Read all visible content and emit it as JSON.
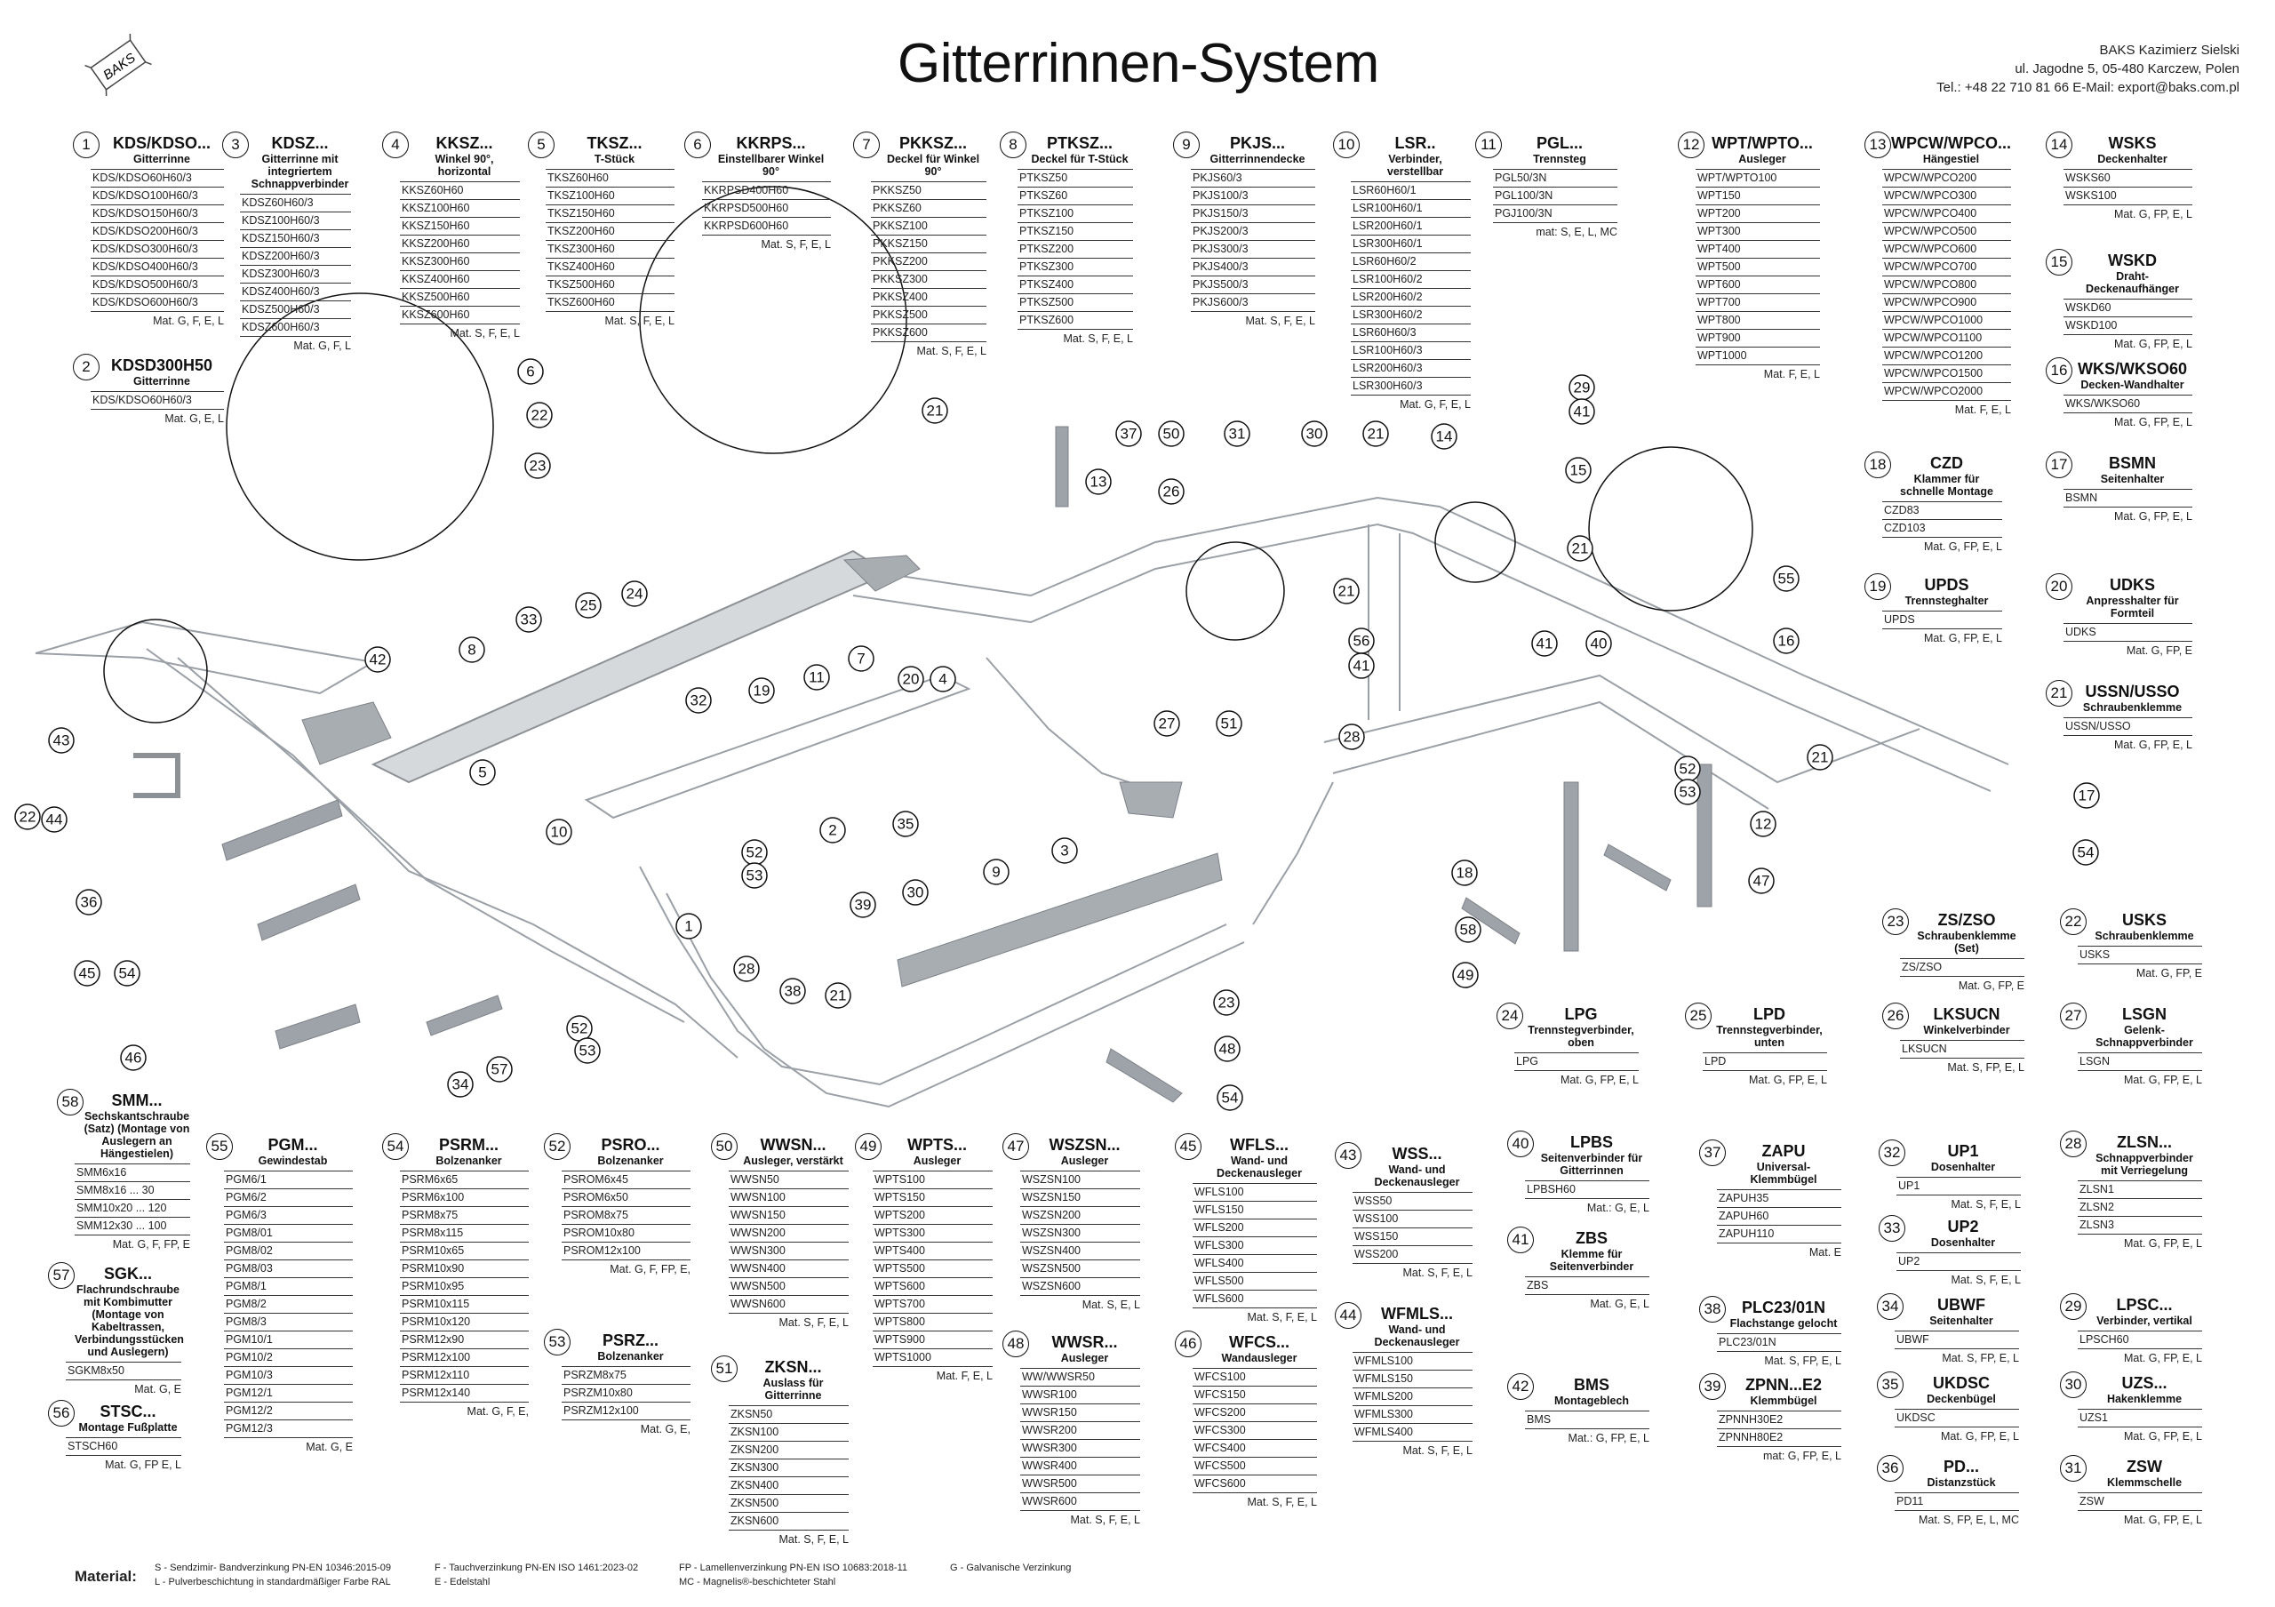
{
  "header": {
    "title": "Gitterrinnen-System",
    "logo_text": "BAKS",
    "company": [
      "BAKS Kazimierz Sielski",
      "ul. Jagodne 5, 05-480 Karczew, Polen",
      "Tel.: +48 22 710 81 66 E-Mail: export@baks.com.pl"
    ]
  },
  "products": [
    {
      "n": "1",
      "code": "KDS/KDSO...",
      "desc": "Gitterrinne",
      "items": [
        "KDS/KDSO60H60/3",
        "KDS/KDSO100H60/3",
        "KDS/KDSO150H60/3",
        "KDS/KDSO200H60/3",
        "KDS/KDSO300H60/3",
        "KDS/KDSO400H60/3",
        "KDS/KDSO500H60/3",
        "KDS/KDSO600H60/3"
      ],
      "mat": "Mat. G, F, E, L"
    },
    {
      "n": "3",
      "code": "KDSZ...",
      "desc": "Gitterrinne mit integriertem Schnappverbinder",
      "items": [
        "KDSZ60H60/3",
        "KDSZ100H60/3",
        "KDSZ150H60/3",
        "KDSZ200H60/3",
        "KDSZ300H60/3",
        "KDSZ400H60/3",
        "KDSZ500H60/3",
        "KDSZ600H60/3"
      ],
      "mat": "Mat. G, F, L"
    },
    {
      "n": "4",
      "code": "KKSZ...",
      "desc": "Winkel 90°, horizontal",
      "items": [
        "KKSZ60H60",
        "KKSZ100H60",
        "KKSZ150H60",
        "KKSZ200H60",
        "KKSZ300H60",
        "KKSZ400H60",
        "KKSZ500H60",
        "KKSZ600H60"
      ],
      "mat": "Mat. S, F, E, L"
    },
    {
      "n": "5",
      "code": "TKSZ...",
      "desc": "T-Stück",
      "items": [
        "TKSZ60H60",
        "TKSZ100H60",
        "TKSZ150H60",
        "TKSZ200H60",
        "TKSZ300H60",
        "TKSZ400H60",
        "TKSZ500H60",
        "TKSZ600H60"
      ],
      "mat": "Mat. S, F, E, L"
    },
    {
      "n": "6",
      "code": "KKRPS...",
      "desc": "Einstellbarer Winkel 90°",
      "items": [
        "KKRPSD400H60",
        "KKRPSD500H60",
        "KKRPSD600H60"
      ],
      "mat": "Mat. S, F, E, L"
    },
    {
      "n": "7",
      "code": "PKKSZ...",
      "desc": "Deckel für Winkel 90°",
      "items": [
        "PKKSZ50",
        "PKKSZ60",
        "PKKSZ100",
        "PKKSZ150",
        "PKKSZ200",
        "PKKSZ300",
        "PKKSZ400",
        "PKKSZ500",
        "PKKSZ600"
      ],
      "mat": "Mat. S, F, E, L"
    },
    {
      "n": "8",
      "code": "PTKSZ...",
      "desc": "Deckel für T-Stück",
      "items": [
        "PTKSZ50",
        "PTKSZ60",
        "PTKSZ100",
        "PTKSZ150",
        "PTKSZ200",
        "PTKSZ300",
        "PTKSZ400",
        "PTKSZ500",
        "PTKSZ600"
      ],
      "mat": "Mat. S, F, E, L"
    },
    {
      "n": "9",
      "code": "PKJS...",
      "desc": "Gitterrinnendecke",
      "items": [
        "PKJS60/3",
        "PKJS100/3",
        "PKJS150/3",
        "PKJS200/3",
        "PKJS300/3",
        "PKJS400/3",
        "PKJS500/3",
        "PKJS600/3"
      ],
      "mat": "Mat. S, F, E, L"
    },
    {
      "n": "10",
      "code": "LSR..",
      "desc": "Verbinder, verstellbar",
      "items": [
        "LSR60H60/1",
        "LSR100H60/1",
        "LSR200H60/1",
        "LSR300H60/1",
        "LSR60H60/2",
        "LSR100H60/2",
        "LSR200H60/2",
        "LSR300H60/2",
        "LSR60H60/3",
        "LSR100H60/3",
        "LSR200H60/3",
        "LSR300H60/3"
      ],
      "mat": "Mat. G, F, E, L"
    },
    {
      "n": "11",
      "code": "PGL...",
      "desc": "Trennsteg",
      "items": [
        "PGL50/3N",
        "PGL100/3N",
        "PGJ100/3N"
      ],
      "mat": "mat: S, E, L, MC"
    },
    {
      "n": "12",
      "code": "WPT/WPTO...",
      "desc": "Ausleger",
      "items": [
        "WPT/WPTO100",
        "WPT150",
        "WPT200",
        "WPT300",
        "WPT400",
        "WPT500",
        "WPT600",
        "WPT700",
        "WPT800",
        "WPT900",
        "WPT1000"
      ],
      "mat": "Mat. F, E, L"
    },
    {
      "n": "13",
      "code": "WPCW/WPCO...",
      "desc": "Hängestiel",
      "items": [
        "WPCW/WPCO200",
        "WPCW/WPCO300",
        "WPCW/WPCO400",
        "WPCW/WPCO500",
        "WPCW/WPCO600",
        "WPCW/WPCO700",
        "WPCW/WPCO800",
        "WPCW/WPCO900",
        "WPCW/WPCO1000",
        "WPCW/WPCO1100",
        "WPCW/WPCO1200",
        "WPCW/WPCO1500",
        "WPCW/WPCO2000"
      ],
      "mat": "Mat. F, E, L"
    },
    {
      "n": "14",
      "code": "WSKS",
      "desc": "Deckenhalter",
      "items": [
        "WSKS60",
        "WSKS100"
      ],
      "mat": "Mat. G, FP, E, L"
    },
    {
      "n": "15",
      "code": "WSKD",
      "desc": "Draht-Deckenaufhänger",
      "items": [
        "WSKD60",
        "WSKD100"
      ],
      "mat": "Mat. G, FP, E, L"
    },
    {
      "n": "16",
      "code": "WKS/WKSO60",
      "desc": "Decken-Wandhalter",
      "items": [
        "WKS/WKSO60"
      ],
      "mat": "Mat. G, FP, E, L"
    },
    {
      "n": "2",
      "code": "KDSD300H50",
      "desc": "Gitterrinne",
      "items": [
        "KDS/KDSO60H60/3"
      ],
      "mat": "Mat. G, E, L"
    },
    {
      "n": "18",
      "code": "CZD",
      "desc": "Klammer für schnelle Montage",
      "items": [
        "CZD83",
        "CZD103"
      ],
      "mat": "Mat. G, FP, E, L"
    },
    {
      "n": "17",
      "code": "BSMN",
      "desc": "Seitenhalter",
      "items": [
        "BSMN"
      ],
      "mat": "Mat. G, FP, E, L"
    },
    {
      "n": "19",
      "code": "UPDS",
      "desc": "Trennsteghalter",
      "items": [
        "UPDS"
      ],
      "mat": "Mat. G, FP, E, L"
    },
    {
      "n": "20",
      "code": "UDKS",
      "desc": "Anpresshalter für Formteil",
      "items": [
        "UDKS"
      ],
      "mat": "Mat. G, FP, E"
    },
    {
      "n": "21",
      "code": "USSN/USSO",
      "desc": "Schraubenklemme",
      "items": [
        "USSN/USSO"
      ],
      "mat": "Mat. G, FP, E, L"
    },
    {
      "n": "23",
      "code": "ZS/ZSO",
      "desc": "Schraubenklemme (Set)",
      "items": [
        "ZS/ZSO"
      ],
      "mat": "Mat. G, FP, E"
    },
    {
      "n": "22",
      "code": "USKS",
      "desc": "Schraubenklemme",
      "items": [
        "USKS"
      ],
      "mat": "Mat. G, FP, E"
    },
    {
      "n": "24",
      "code": "LPG",
      "desc": "Trennstegverbinder, oben",
      "items": [
        "LPG"
      ],
      "mat": "Mat. G, FP, E, L"
    },
    {
      "n": "25",
      "code": "LPD",
      "desc": "Trennstegverbinder, unten",
      "items": [
        "LPD"
      ],
      "mat": "Mat. G, FP, E, L"
    },
    {
      "n": "26",
      "code": "LKSUCN",
      "desc": "Winkelverbinder",
      "items": [
        "LKSUCN"
      ],
      "mat": "Mat. S, FP, E, L"
    },
    {
      "n": "27",
      "code": "LSGN",
      "desc": "Gelenk-Schnappverbinder",
      "items": [
        "LSGN"
      ],
      "mat": "Mat. G, FP, E, L"
    },
    {
      "n": "58",
      "code": "SMM...",
      "desc": "Sechskantschraube (Satz) (Montage von Auslegern an Hängestielen)",
      "items": [
        "SMM6x16",
        "SMM8x16 ... 30",
        "SMM10x20 ... 120",
        "SMM12x30 ... 100"
      ],
      "mat": "Mat. G, F, FP, E"
    },
    {
      "n": "57",
      "code": "SGK...",
      "desc": "Flachrundschraube mit Kombimutter (Montage von Kabeltrassen, Verbindungsstücken und Auslegern)",
      "items": [
        "SGKM8x50"
      ],
      "mat": "Mat. G, E"
    },
    {
      "n": "56",
      "code": "STSC...",
      "desc": "Montage Fußplatte",
      "items": [
        "STSCH60"
      ],
      "mat": "Mat. G, FP E, L"
    },
    {
      "n": "55",
      "code": "PGM...",
      "desc": "Gewindestab",
      "items": [
        "PGM6/1",
        "PGM6/2",
        "PGM6/3",
        "PGM8/01",
        "PGM8/02",
        "PGM8/03",
        "PGM8/1",
        "PGM8/2",
        "PGM8/3",
        "PGM10/1",
        "PGM10/2",
        "PGM10/3",
        "PGM12/1",
        "PGM12/2",
        "PGM12/3"
      ],
      "mat": "Mat. G, E"
    },
    {
      "n": "54",
      "code": "PSRM...",
      "desc": "Bolzenanker",
      "items": [
        "PSRM6x65",
        "PSRM6x100",
        "PSRM8x75",
        "PSRM8x115",
        "PSRM10x65",
        "PSRM10x90",
        "PSRM10x95",
        "PSRM10x115",
        "PSRM10x120",
        "PSRM12x90",
        "PSRM12x100",
        "PSRM12x110",
        "PSRM12x140"
      ],
      "mat": "Mat. G, F, E,"
    },
    {
      "n": "52",
      "code": "PSRO...",
      "desc": "Bolzenanker",
      "items": [
        "PSROM6x45",
        "PSROM6x50",
        "PSROM8x75",
        "PSROM10x80",
        "PSROM12x100"
      ],
      "mat": "Mat. G, F, FP, E,"
    },
    {
      "n": "53",
      "code": "PSRZ...",
      "desc": "Bolzenanker",
      "items": [
        "PSRZM8x75",
        "PSRZM10x80",
        "PSRZM12x100"
      ],
      "mat": "Mat. G, E,"
    },
    {
      "n": "50",
      "code": "WWSN...",
      "desc": "Ausleger, verstärkt",
      "items": [
        "WWSN50",
        "WWSN100",
        "WWSN150",
        "WWSN200",
        "WWSN300",
        "WWSN400",
        "WWSN500",
        "WWSN600"
      ],
      "mat": "Mat. S, F, E, L"
    },
    {
      "n": "51",
      "code": "ZKSN...",
      "desc": "Auslass für Gitterrinne",
      "items": [
        "ZKSN50",
        "ZKSN100",
        "ZKSN200",
        "ZKSN300",
        "ZKSN400",
        "ZKSN500",
        "ZKSN600"
      ],
      "mat": "Mat. S, F, E, L"
    },
    {
      "n": "49",
      "code": "WPTS...",
      "desc": "Ausleger",
      "items": [
        "WPTS100",
        "WPTS150",
        "WPTS200",
        "WPTS300",
        "WPTS400",
        "WPTS500",
        "WPTS600",
        "WPTS700",
        "WPTS800",
        "WPTS900",
        "WPTS1000"
      ],
      "mat": "Mat. F, E, L"
    },
    {
      "n": "47",
      "code": "WSZSN...",
      "desc": "Ausleger",
      "items": [
        "WSZSN100",
        "WSZSN150",
        "WSZSN200",
        "WSZSN300",
        "WSZSN400",
        "WSZSN500",
        "WSZSN600"
      ],
      "mat": "Mat. S, E, L"
    },
    {
      "n": "48",
      "code": "WWSR...",
      "desc": "Ausleger",
      "items": [
        "WW/WWSR50",
        "WWSR100",
        "WWSR150",
        "WWSR200",
        "WWSR300",
        "WWSR400",
        "WWSR500",
        "WWSR600"
      ],
      "mat": "Mat. S, F, E, L"
    },
    {
      "n": "45",
      "code": "WFLS...",
      "desc": "Wand- und Deckenausleger",
      "items": [
        "WFLS100",
        "WFLS150",
        "WFLS200",
        "WFLS300",
        "WFLS400",
        "WFLS500",
        "WFLS600"
      ],
      "mat": "Mat. S, F, E, L"
    },
    {
      "n": "46",
      "code": "WFCS...",
      "desc": "Wandausleger",
      "items": [
        "WFCS100",
        "WFCS150",
        "WFCS200",
        "WFCS300",
        "WFCS400",
        "WFCS500",
        "WFCS600"
      ],
      "mat": "Mat. S, F, E, L"
    },
    {
      "n": "43",
      "code": "WSS...",
      "desc": "Wand- und Deckenausleger",
      "items": [
        "WSS50",
        "WSS100",
        "WSS150",
        "WSS200"
      ],
      "mat": "Mat. S, F, E, L"
    },
    {
      "n": "44",
      "code": "WFMLS...",
      "desc": "Wand- und Deckenausleger",
      "items": [
        "WFMLS100",
        "WFMLS150",
        "WFMLS200",
        "WFMLS300",
        "WFMLS400"
      ],
      "mat": "Mat. S, F, E, L"
    },
    {
      "n": "40",
      "code": "LPBS",
      "desc": "Seitenverbinder für Gitterrinnen",
      "items": [
        "LPBSH60"
      ],
      "mat": "Mat.: G, E, L"
    },
    {
      "n": "41",
      "code": "ZBS",
      "desc": "Klemme für Seitenverbinder",
      "items": [
        "ZBS"
      ],
      "mat": "Mat. G, E, L"
    },
    {
      "n": "42",
      "code": "BMS",
      "desc": "Montageblech",
      "items": [
        "BMS"
      ],
      "mat": "Mat.: G, FP, E, L"
    },
    {
      "n": "37",
      "code": "ZAPU",
      "desc": "Universal-Klemmbügel",
      "items": [
        "ZAPUH35",
        "ZAPUH60",
        "ZAPUH110"
      ],
      "mat": "Mat. E"
    },
    {
      "n": "38",
      "code": "PLC23/01N",
      "desc": "Flachstange gelocht",
      "items": [
        "PLC23/01N"
      ],
      "mat": "Mat. S, FP, E, L"
    },
    {
      "n": "39",
      "code": "ZPNN...E2",
      "desc": "Klemmbügel",
      "items": [
        "ZPNNH30E2",
        "ZPNNH80E2"
      ],
      "mat": "mat: G, FP, E, L"
    },
    {
      "n": "32",
      "code": "UP1",
      "desc": "Dosenhalter",
      "items": [
        "UP1"
      ],
      "mat": "Mat. S, F, E, L"
    },
    {
      "n": "33",
      "code": "UP2",
      "desc": "Dosenhalter",
      "items": [
        "UP2"
      ],
      "mat": "Mat. S, F, E, L"
    },
    {
      "n": "34",
      "code": "UBWF",
      "desc": "Seitenhalter",
      "items": [
        "UBWF"
      ],
      "mat": "Mat. S, FP, E, L"
    },
    {
      "n": "35",
      "code": "UKDSC",
      "desc": "Deckenbügel",
      "items": [
        "UKDSC"
      ],
      "mat": "Mat. G, FP, E, L"
    },
    {
      "n": "36",
      "code": "PD...",
      "desc": "Distanzstück",
      "items": [
        "PD11"
      ],
      "mat": "Mat. S, FP, E, L, MC"
    },
    {
      "n": "28",
      "code": "ZLSN...",
      "desc": "Schnappverbinder mit Verriegelung",
      "items": [
        "ZLSN1",
        "ZLSN2",
        "ZLSN3"
      ],
      "mat": "Mat. G, FP, E, L"
    },
    {
      "n": "29",
      "code": "LPSC...",
      "desc": "Verbinder, vertikal",
      "items": [
        "LPSCH60"
      ],
      "mat": "Mat. G, FP, E, L"
    },
    {
      "n": "30",
      "code": "UZS...",
      "desc": "Hakenklemme",
      "items": [
        "UZS1"
      ],
      "mat": "Mat. G, FP, E, L"
    },
    {
      "n": "31",
      "code": "ZSW",
      "desc": "Klemmschelle",
      "items": [
        "ZSW"
      ],
      "mat": "Mat. G, FP, E, L"
    }
  ],
  "callouts": [
    "6",
    "22",
    "23",
    "21",
    "42",
    "8",
    "33",
    "25",
    "24",
    "32",
    "19",
    "11",
    "7",
    "20",
    "4",
    "5",
    "43",
    "13",
    "37",
    "50",
    "26",
    "31",
    "30",
    "21",
    "14",
    "29",
    "41",
    "15",
    "21",
    "21",
    "55",
    "16",
    "56",
    "41",
    "41",
    "40",
    "21",
    "27",
    "51",
    "28",
    "52",
    "53",
    "12",
    "47",
    "18",
    "58",
    "49",
    "17",
    "54",
    "2",
    "35",
    "52",
    "53",
    "10",
    "1",
    "3",
    "9",
    "30",
    "39",
    "28",
    "38",
    "21",
    "23",
    "48",
    "54",
    "22",
    "44",
    "36",
    "45",
    "54",
    "46",
    "34",
    "57",
    "52",
    "53"
  ],
  "legend": {
    "label": "Material:",
    "entries": [
      "S - Sendzimir- Bandverzinkung PN-EN 10346:2015-09",
      "L - Pulverbeschichtung in standardmäßiger Farbe RAL",
      "F - Tauchverzinkung PN-EN ISO 1461:2023-02",
      "E - Edelstahl",
      "FP - Lamellenverzinkung PN-EN ISO 10683:2018-11",
      "MC - Magnelis®-beschichteter Stahl",
      "G - Galvanische Verzinkung"
    ]
  }
}
